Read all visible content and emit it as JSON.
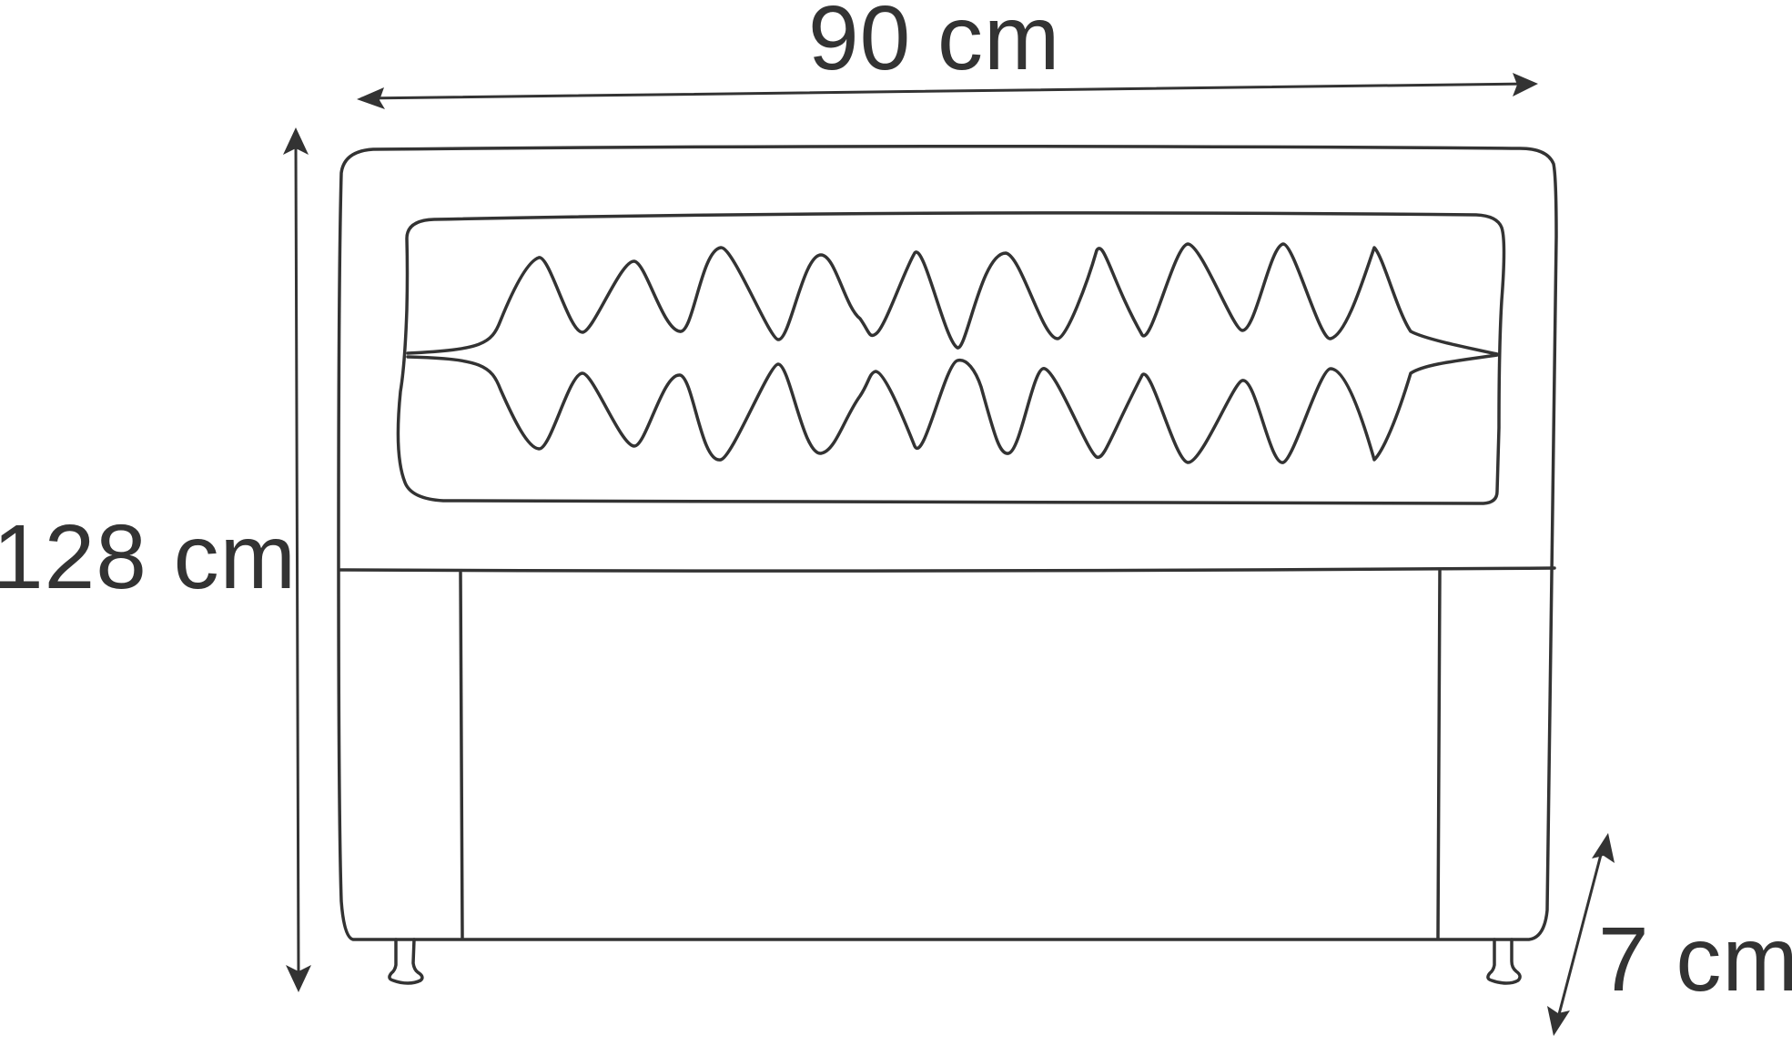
{
  "dimensions": {
    "width_label": "90 cm",
    "height_label": "128 cm",
    "depth_label": "7 cm"
  },
  "style": {
    "line_color": "#333333",
    "text_color": "#333333",
    "background": "#ffffff"
  }
}
